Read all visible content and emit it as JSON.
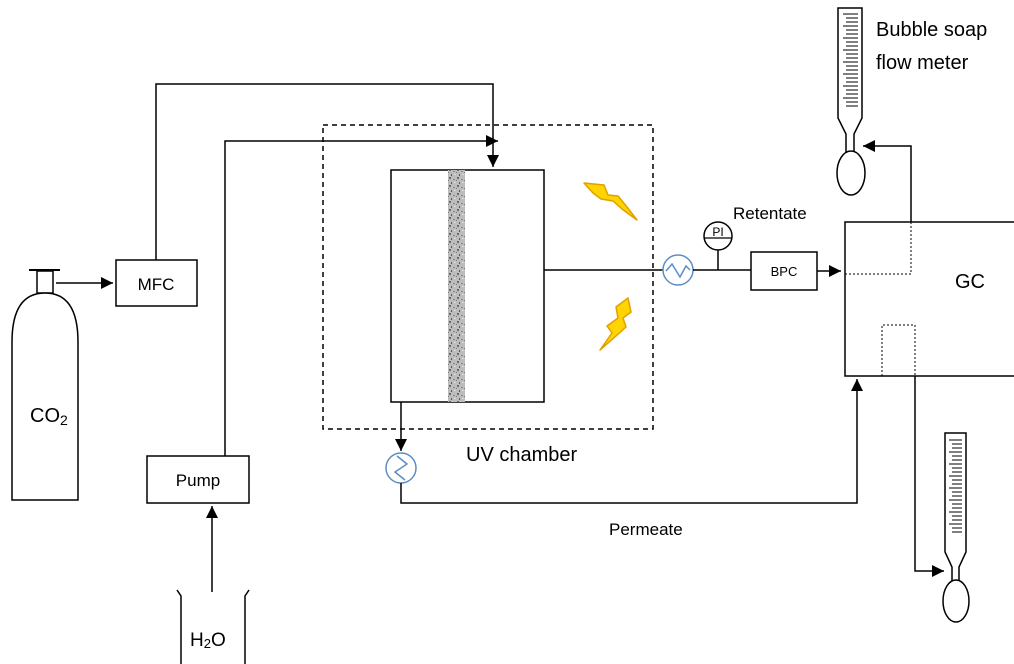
{
  "labels": {
    "co2_main": "CO",
    "co2_sub": "2",
    "mfc": "MFC",
    "pump": "Pump",
    "h2o_main": "H",
    "h2o_sub": "2",
    "h2o_tail": "O",
    "uv_chamber": "UV chamber",
    "retentate": "Retentate",
    "pi": "PI",
    "bpc": "BPC",
    "gc": "GC",
    "permeate": "Permeate",
    "bubble_line1": "Bubble soap",
    "bubble_line2": "flow meter"
  },
  "colors": {
    "line": "#000000",
    "heat_exchanger": "#5b8ec4",
    "lightning_fill": "#ffd400",
    "lightning_stroke": "#e0a000",
    "membrane": "#9a9a9a"
  }
}
